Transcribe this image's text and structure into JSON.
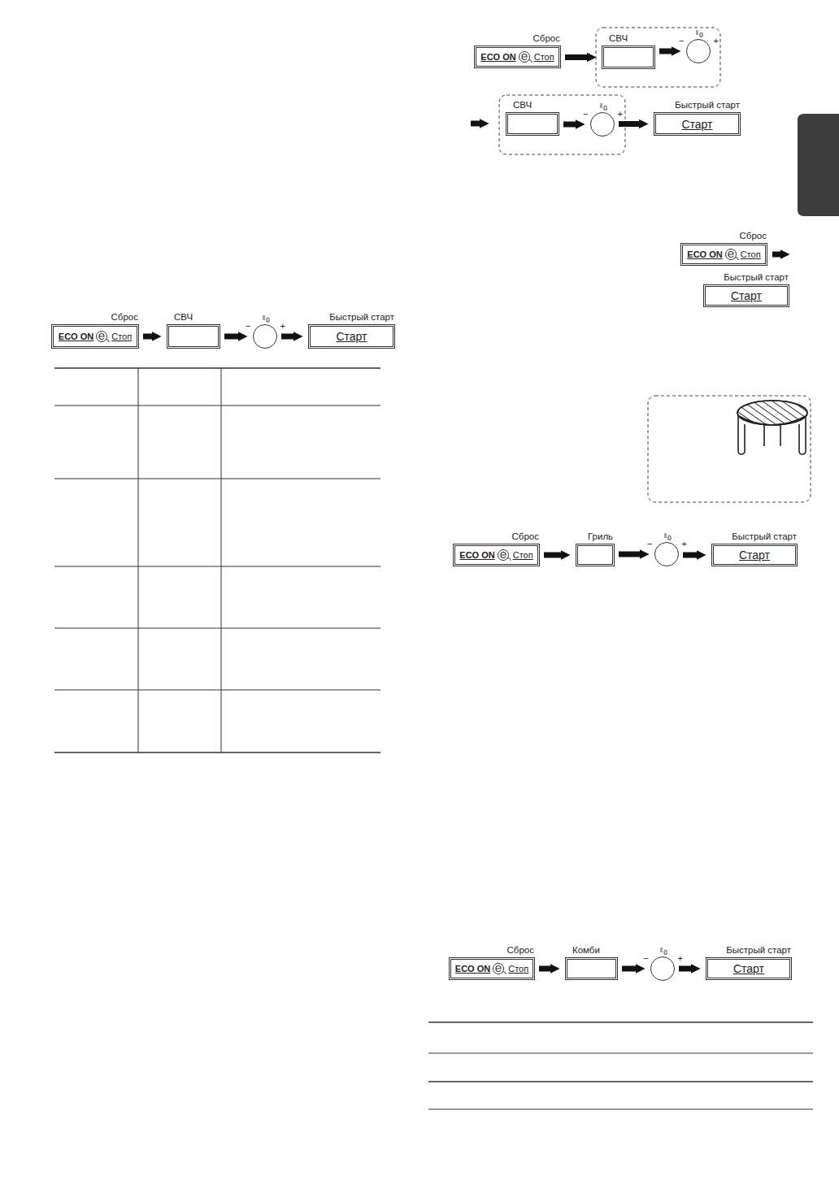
{
  "diagram": {
    "nodes": [
      {
        "text": [
          "Сброс",
          "ECO ON",
          "Стоп"
        ]
      },
      {
        "text": [
          "СВЧ"
        ]
      },
      {
        "text": [
          "−",
          "+"
        ]
      },
      {
        "text": [
          "Быстрый старт",
          "Старт"
        ]
      },
      {
        "text": [
          "Сброс",
          "ECO ON",
          "Стоп"
        ]
      },
      {
        "text": [
          "СВЧ"
        ]
      },
      {
        "text": [
          "−",
          "+"
        ]
      },
      {
        "text": [
          "СВЧ"
        ]
      },
      {
        "text": [
          "−",
          "+"
        ]
      },
      {
        "text": [
          "Быстрый старт",
          "Старт"
        ]
      },
      {
        "text": [
          "Сброс",
          "ECO ON",
          "Стоп"
        ]
      },
      {
        "text": [
          "Быстрый старт",
          "Старт"
        ]
      },
      {
        "text": [
          "Сброс",
          "ECO ON",
          "Стоп"
        ]
      },
      {
        "text": [
          "Гриль"
        ]
      },
      {
        "text": [
          "−",
          "+"
        ]
      },
      {
        "text": [
          "Быстрый старт",
          "Старт"
        ]
      },
      {
        "text": [
          "Сброс",
          "ECO ON",
          "Стоп"
        ]
      },
      {
        "text": [
          "Комби"
        ]
      },
      {
        "text": [
          "−",
          "+"
        ]
      },
      {
        "text": [
          "Быстрый старт",
          "Старт"
        ]
      }
    ],
    "edges": [
      {
        "from": 0,
        "to": 1,
        "arrow": "to"
      },
      {
        "from": 1,
        "to": 2,
        "arrow": "to"
      },
      {
        "from": 2,
        "to": 3,
        "arrow": "to"
      },
      {
        "from": 4,
        "to": 5,
        "arrow": "to"
      },
      {
        "from": 5,
        "to": 6,
        "arrow": "to"
      },
      {
        "from": 7,
        "to": 8,
        "arrow": "to"
      },
      {
        "from": 8,
        "to": 9,
        "arrow": "to"
      },
      {
        "from": 12,
        "to": 13,
        "arrow": "to"
      },
      {
        "from": 13,
        "to": 14,
        "arrow": "to"
      },
      {
        "from": 14,
        "to": 15,
        "arrow": "to"
      },
      {
        "from": 16,
        "to": 17,
        "arrow": "to"
      },
      {
        "from": 17,
        "to": 18,
        "arrow": "to"
      },
      {
        "from": 18,
        "to": 19,
        "arrow": "to"
      }
    ]
  }
}
